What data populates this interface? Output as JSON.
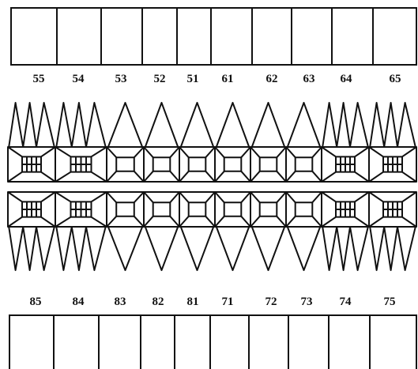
{
  "upper": {
    "teeth": [
      {
        "number": "55",
        "type": "molar"
      },
      {
        "number": "54",
        "type": "molar"
      },
      {
        "number": "53",
        "type": "canine"
      },
      {
        "number": "52",
        "type": "incisor"
      },
      {
        "number": "51",
        "type": "incisor"
      },
      {
        "number": "61",
        "type": "incisor"
      },
      {
        "number": "62",
        "type": "incisor"
      },
      {
        "number": "63",
        "type": "canine"
      },
      {
        "number": "64",
        "type": "molar"
      },
      {
        "number": "65",
        "type": "molar"
      }
    ]
  },
  "lower": {
    "teeth": [
      {
        "number": "85",
        "type": "molar"
      },
      {
        "number": "84",
        "type": "molar"
      },
      {
        "number": "83",
        "type": "canine"
      },
      {
        "number": "82",
        "type": "incisor"
      },
      {
        "number": "81",
        "type": "incisor"
      },
      {
        "number": "71",
        "type": "incisor"
      },
      {
        "number": "72",
        "type": "incisor"
      },
      {
        "number": "73",
        "type": "canine"
      },
      {
        "number": "74",
        "type": "molar"
      },
      {
        "number": "75",
        "type": "molar"
      }
    ]
  }
}
